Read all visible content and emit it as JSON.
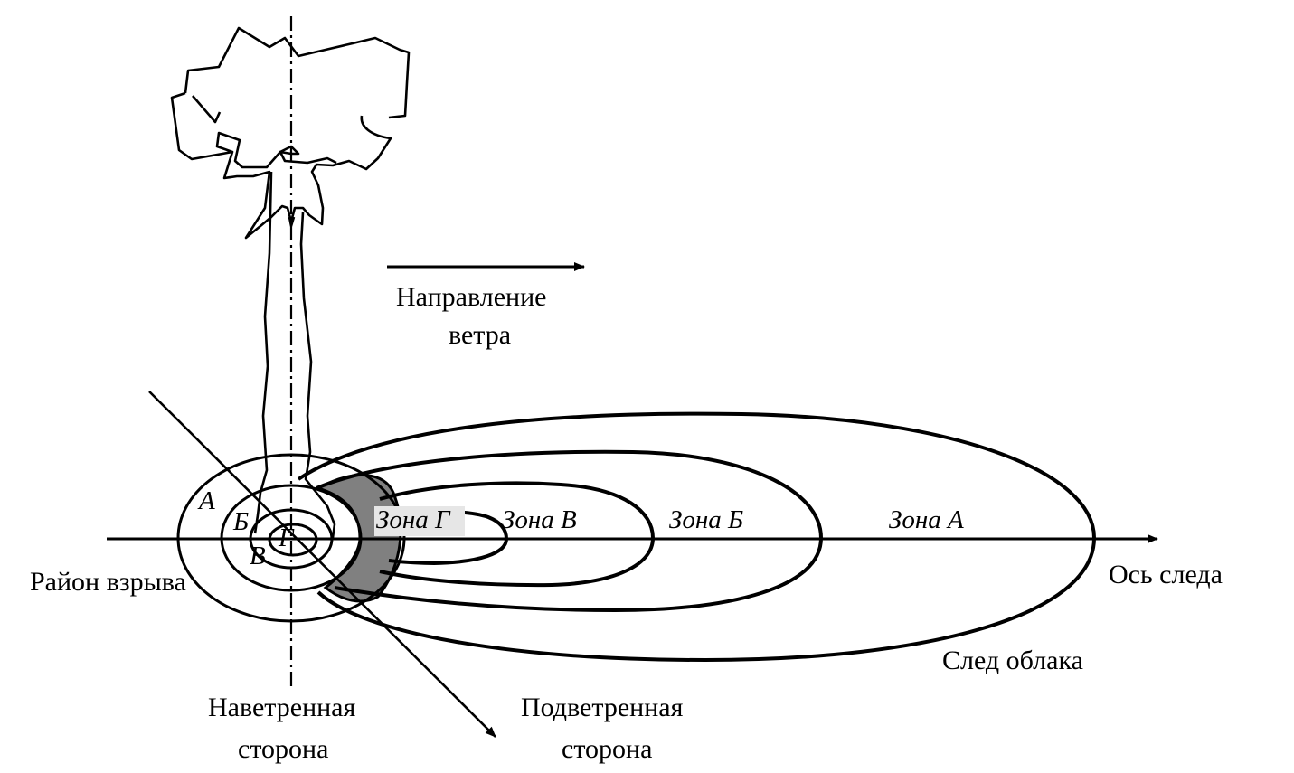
{
  "labels": {
    "wind_direction": [
      "Направление",
      "ветра"
    ],
    "explosion_area": "Район взрыва",
    "trace_axis": "Ось следа",
    "cloud_trace": "След облака",
    "windward_side": [
      "Наветренная",
      "сторона"
    ],
    "leeward_side": [
      "Подветренная",
      "сторона"
    ]
  },
  "zones": {
    "g": "Зона Г",
    "v": "Зона В",
    "b": "Зона Б",
    "a": "Зона А"
  },
  "ring_letters": {
    "a": "А",
    "b": "Б",
    "v": "В",
    "g": "Г"
  },
  "colors": {
    "line": "#000000",
    "shaded_sector": "#808080",
    "label_backdrop": "#e6e6e6"
  }
}
